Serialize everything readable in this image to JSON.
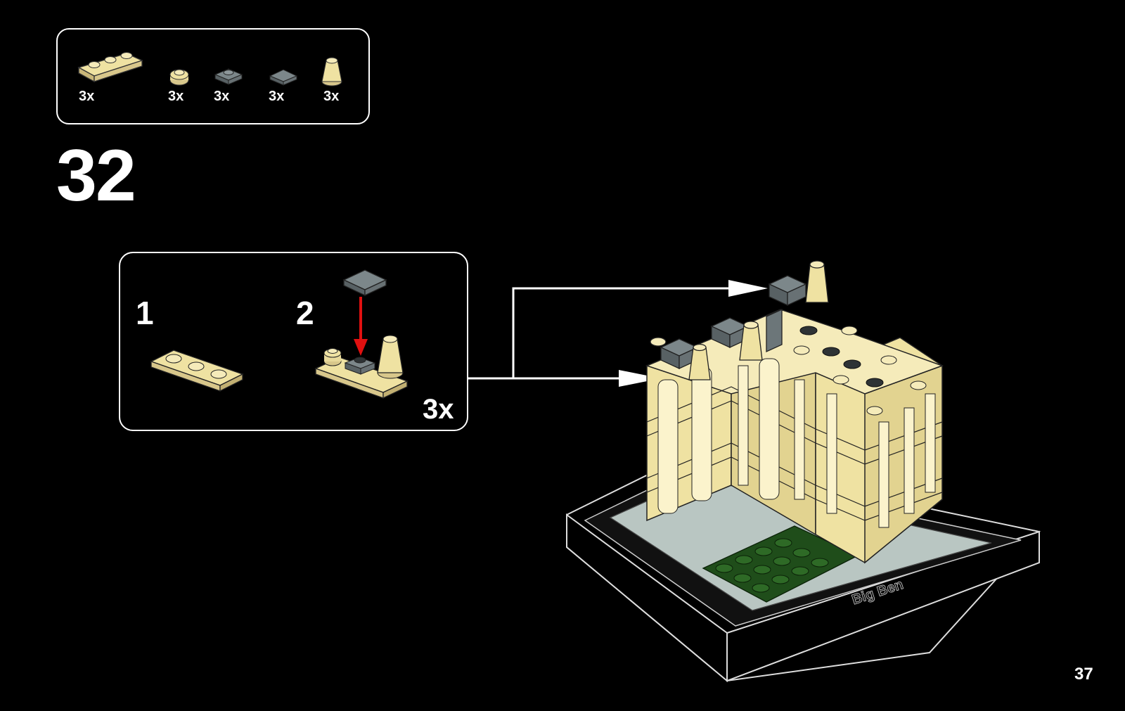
{
  "parts_list": {
    "items": [
      {
        "icon": "tan-plate-1x3-icon",
        "qty": "3x"
      },
      {
        "icon": "tan-round-plate-1x1-icon",
        "qty": "3x"
      },
      {
        "icon": "dark-gray-plate-1x1-icon",
        "qty": "3x"
      },
      {
        "icon": "dark-gray-tile-1x1-icon",
        "qty": "3x"
      },
      {
        "icon": "tan-cone-1x1-icon",
        "qty": "3x"
      }
    ]
  },
  "step": {
    "number": "32"
  },
  "subassembly": {
    "step1_label": "1",
    "step2_label": "2",
    "multiplier": "3x"
  },
  "model": {
    "base_plate_text": "Big Ben"
  },
  "colors": {
    "background": "#000000",
    "tan": "#efe2a2",
    "dark_gray": "#6c7679",
    "green": "#1f4d1a",
    "light_gray": "#b9c6c2",
    "arrow_red": "#e01010"
  },
  "page": {
    "number": "37"
  }
}
